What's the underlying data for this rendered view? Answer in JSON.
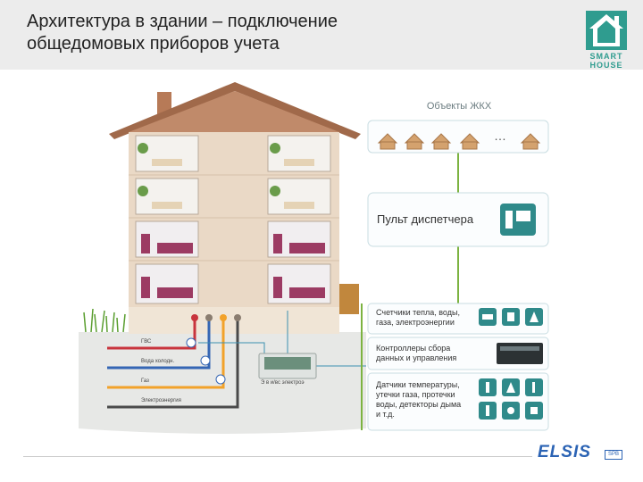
{
  "header": {
    "title_line1": "Архитектура в здании – подключение",
    "title_line2": "общедомовых приборов учета",
    "logo_line1": "SMART",
    "logo_line2": "HOUSE"
  },
  "colors": {
    "accent_teal": "#2f9c8f",
    "house_wall": "#ead9c6",
    "roof": "#a0694a",
    "pipe_gvs": "#c8343d",
    "pipe_cold": "#3566b4",
    "pipe_gas": "#f2a22a",
    "pipe_power": "#4a4a4a",
    "link_green": "#7cb341",
    "brand_blue": "#2b63b4"
  },
  "house": {
    "pipes": [
      "ГВС",
      "Вода холодн.",
      "Газ",
      "Электроэнергия"
    ],
    "controller_label": "Э в и/вс электроэ"
  },
  "panel": {
    "objects_title": "Объекты ЖКХ",
    "objects_ellipsis": "…",
    "dispatcher": "Пульт диспетчера",
    "meters_line1": "Счетчики тепла, воды,",
    "meters_line2": "газа, электроэнергии",
    "controllers_line1": "Контроллеры сбора",
    "controllers_line2": "данных и управления",
    "sensors_line1": "Датчики температуры,",
    "sensors_line2": "утечки газа, протечки",
    "sensors_line3": "воды, детекторы дыма",
    "sensors_line4": "и т.д."
  },
  "footer": {
    "brand": "ELSIS",
    "brand_sub": "SPB"
  }
}
